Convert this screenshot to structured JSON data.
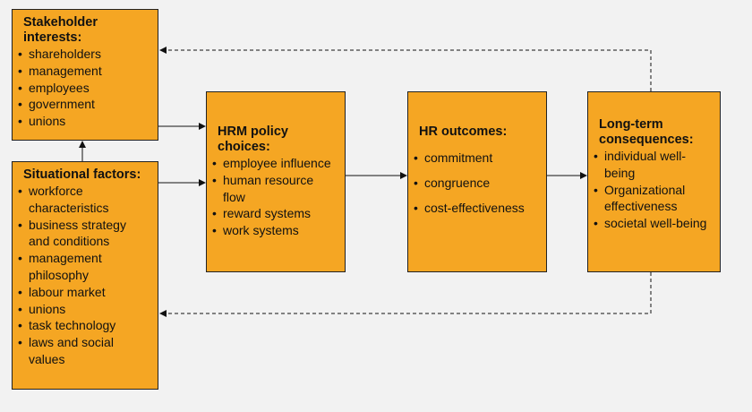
{
  "stakeholder": {
    "title": "Stakeholder interests:",
    "items": [
      "shareholders",
      "management",
      "employees",
      "government",
      "unions"
    ]
  },
  "situational": {
    "title": "Situational factors:",
    "items": [
      "workforce characteristics",
      "business strategy and conditions",
      "management philosophy",
      "labour market",
      "unions",
      "task technology",
      "laws and social values"
    ]
  },
  "hrm": {
    "title": "HRM policy choices:",
    "items": [
      "employee influence",
      "human resource flow",
      "reward systems",
      "work systems"
    ]
  },
  "outcomes": {
    "title": "HR outcomes:",
    "items": [
      "commitment",
      "congruence",
      "cost-effectiveness"
    ]
  },
  "longterm": {
    "title": "Long-term consequences:",
    "items": [
      "individual well-being",
      "Organizational effectiveness",
      "societal well-being"
    ]
  },
  "colors": {
    "box_fill": "#f5a623",
    "border": "#222222",
    "background": "#f2f2f2"
  }
}
